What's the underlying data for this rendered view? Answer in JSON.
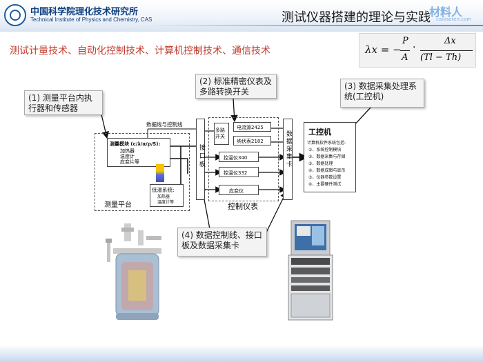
{
  "header": {
    "institution_cn": "中国科学院理化技术研究所",
    "institution_en": "Technical Institute of Physics and Chemistry, CAS",
    "title": "测试仪器搭建的理论与实践",
    "watermark": "材料人",
    "watermark_sub": "cailiaoren.com"
  },
  "subtitle": "测试计量技术、自动化控制技术、计算机控制技术、通信技术",
  "formula": {
    "lhs": "λx = −",
    "p": "P",
    "a": "A",
    "dot": "·",
    "dx": "Δx",
    "denominator": "(Tl − Th)"
  },
  "callouts": {
    "c1": "(1) 测量平台内执行器和传感器",
    "c2": "(2) 标准精密仪表及多路转换开关",
    "c3": "(3) 数据采集处理系统(工控机)",
    "c4": "(4) 数据控制线、接口板及数据采集卡"
  },
  "diagram": {
    "line_label": "数据线与控制线",
    "measure_module": "测量模块 (c/λ/α/ρ/S):",
    "measure_items": [
      "加热器",
      "温度计",
      "应变片等"
    ],
    "cooling_system": "低温系统:",
    "cooling_items": [
      "加热器",
      "温度计等"
    ],
    "platform_label": "测量平台",
    "interface_board": "接口板",
    "multiplexer": "多路开关",
    "instruments": [
      "电流源2425",
      "纳伏表2182",
      "控温仪340",
      "控温仪332",
      "应变仪"
    ],
    "control_label": "控制仪表",
    "daq_card": "数据采集卡",
    "ipc_title": "工控机",
    "ipc_intro": "计算机软件系统包括:",
    "ipc_items": [
      "①、系统控制模块",
      "②、数据采集与存储",
      "③、数据处理",
      "④、数据成图与显示",
      "⑤、仪器参数设置",
      "⑥、主要硬件测试"
    ]
  },
  "colors": {
    "title_blue": "#0f3f7f",
    "subtitle_red": "#c0392b",
    "header_gradient": "#d9e4f1"
  }
}
